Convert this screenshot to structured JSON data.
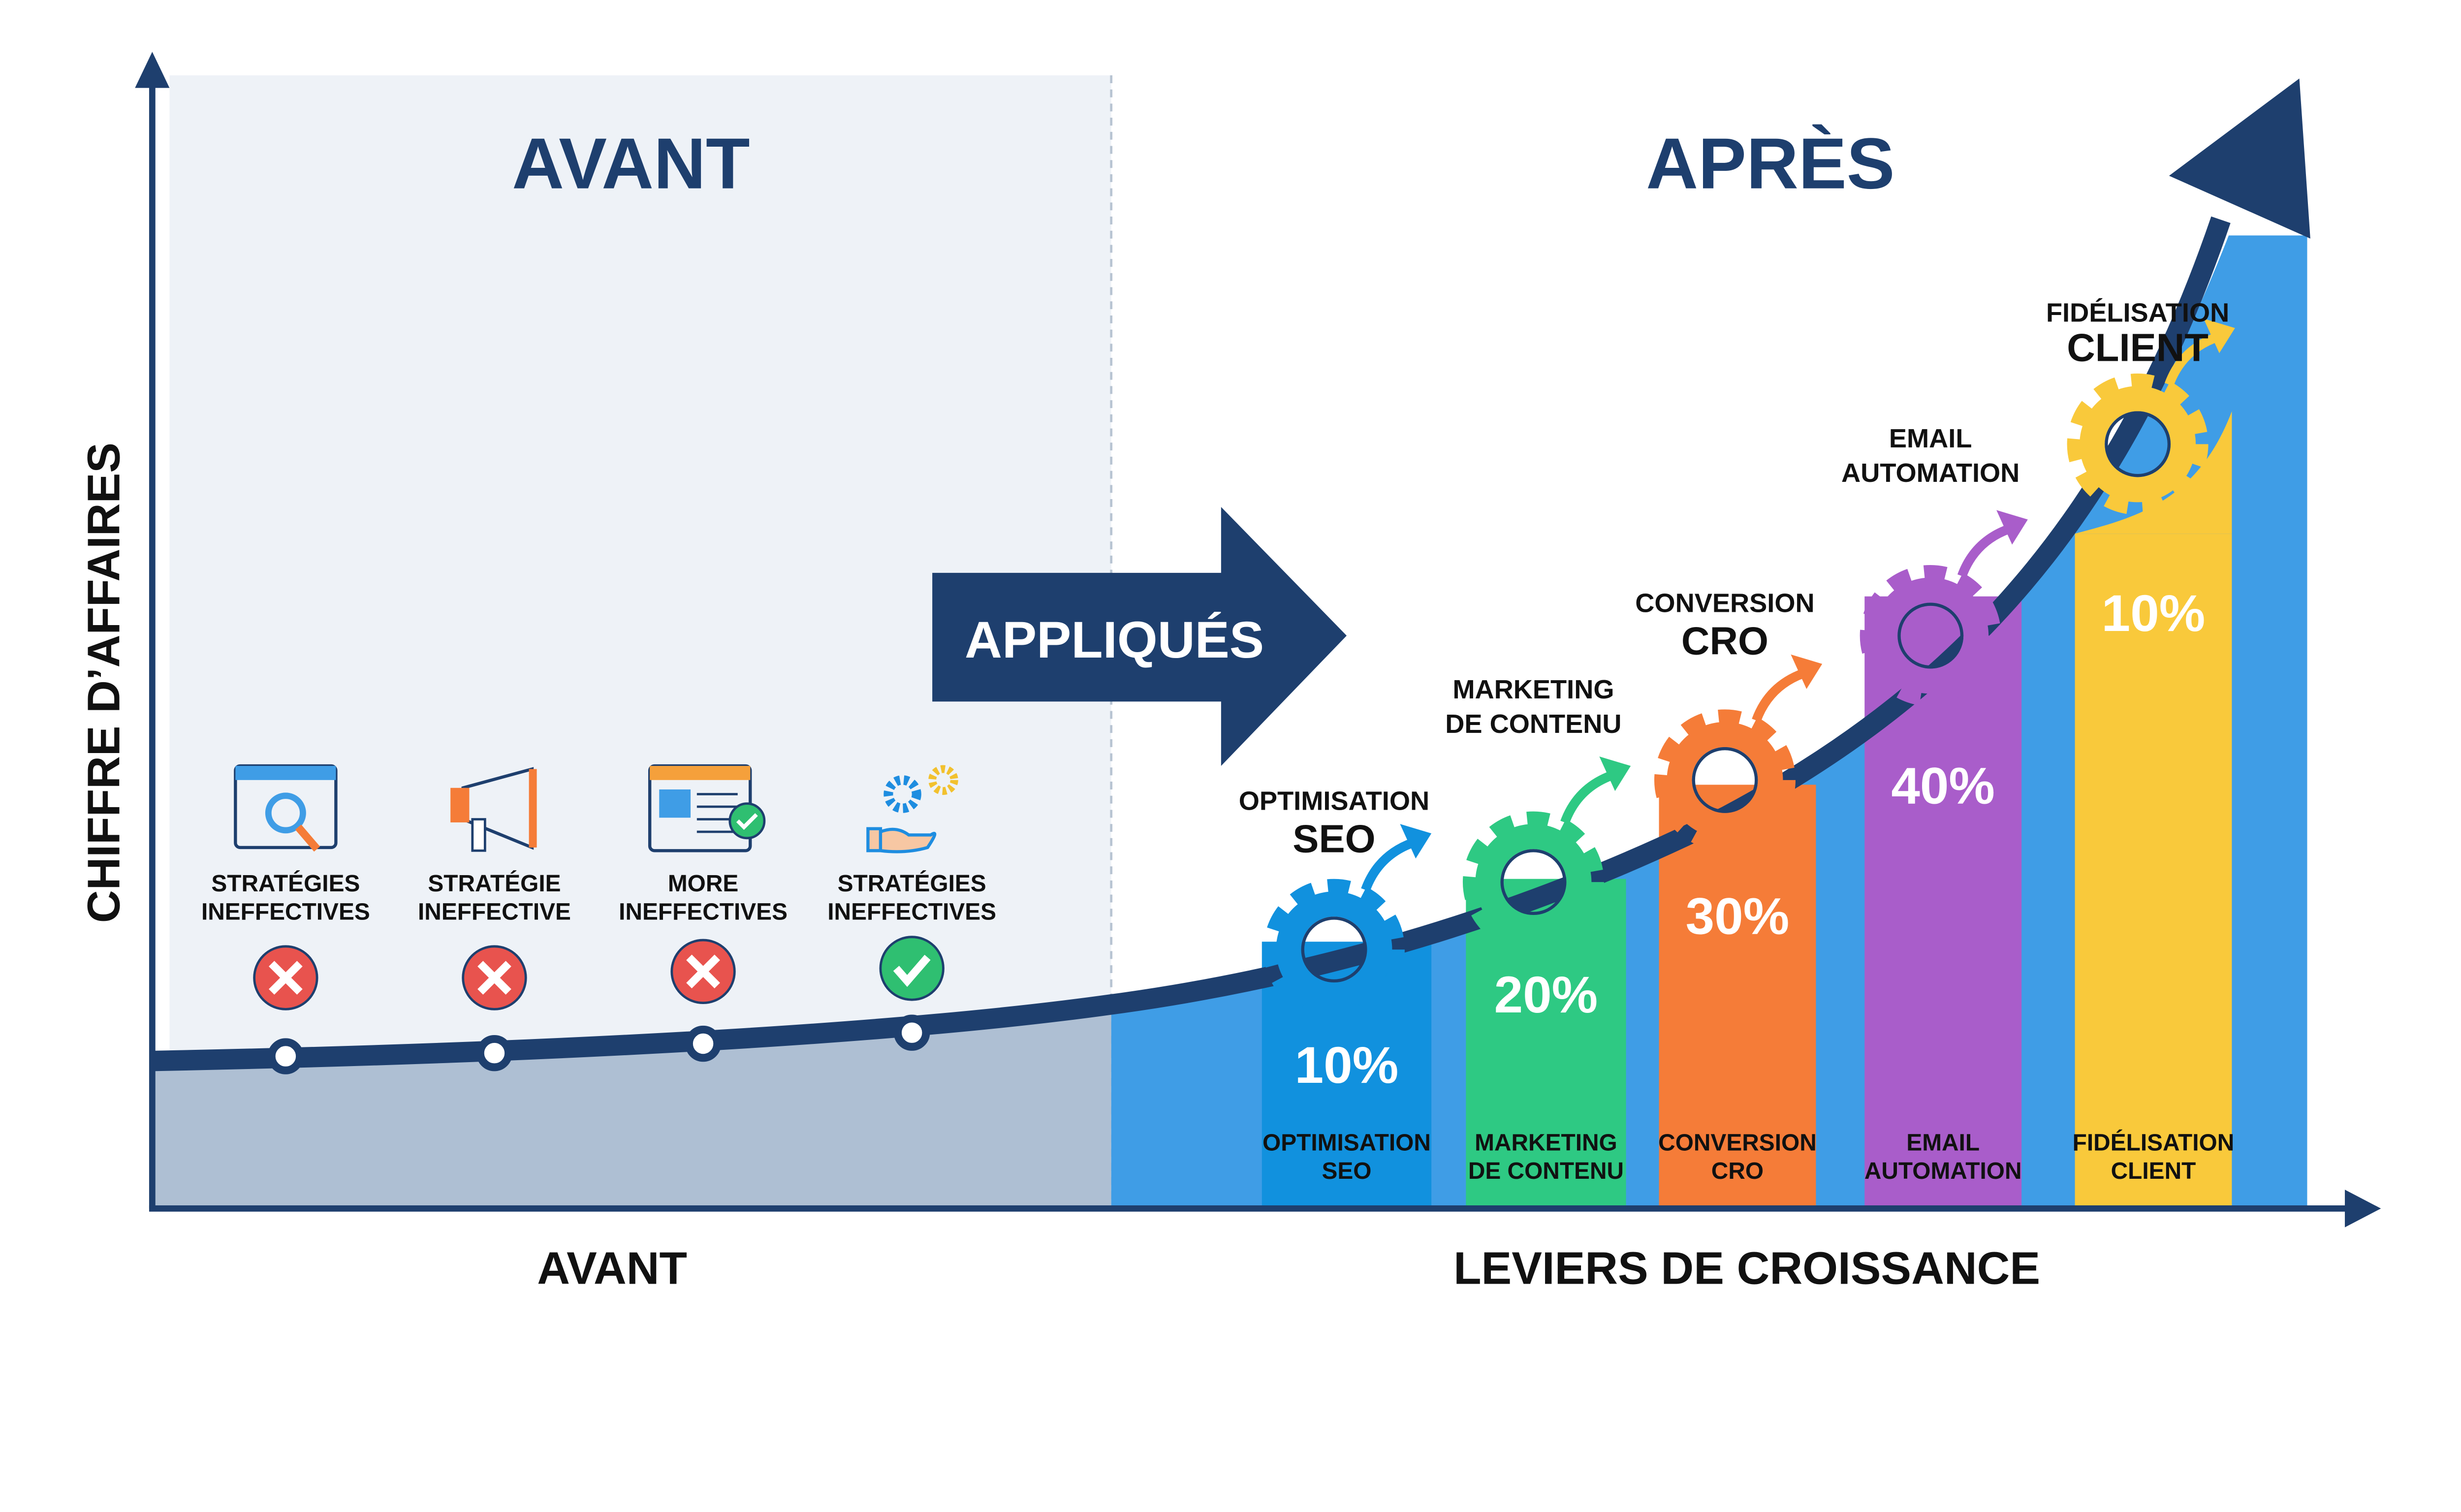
{
  "y_axis_label": "CHIFFRE D’AFFAIRES",
  "sections": {
    "before_title": "AVANT",
    "after_title": "APRÈS"
  },
  "x_axis": {
    "before_label": "AVANT",
    "after_label": "LEVIERS DE CROISSANCE"
  },
  "transition_arrow": {
    "label": "APPLIQUÉS",
    "color": "#1e3f6e"
  },
  "before_items": [
    {
      "line1": "STRATÉGIES",
      "line2": "INEFFECTIVES",
      "icon": "browser-search-icon",
      "status": "fail"
    },
    {
      "line1": "STRATÉGIE",
      "line2": "INEFFECTIVE",
      "icon": "megaphone-icon",
      "status": "fail"
    },
    {
      "line1": "MORE",
      "line2": "INEFFECTIVES",
      "icon": "content-page-check-icon",
      "status": "fail"
    },
    {
      "line1": "STRATÉGIES",
      "line2": "INEFFECTIVES",
      "icon": "gears-hand-icon",
      "status": "success"
    }
  ],
  "levers": [
    {
      "top1": "OPTIMISATION",
      "top2": "SEO",
      "percent": "10%",
      "bottom1": "OPTIMISATION",
      "bottom2": "SEO",
      "color": "#1191de"
    },
    {
      "top1": "MARKETING",
      "top2": "DE CONTENU",
      "percent": "20%",
      "bottom1": "MARKETING",
      "bottom2": "DE CONTENU",
      "color": "#2ec983"
    },
    {
      "top1": "CONVERSION",
      "top2": "CRO",
      "percent": "30%",
      "bottom1": "CONVERSION",
      "bottom2": "CRO",
      "color": "#f57c38"
    },
    {
      "top1": "EMAIL",
      "top2": "AUTOMATION",
      "percent": "40%",
      "bottom1": "EMAIL",
      "bottom2": "AUTOMATION",
      "color": "#a95dca"
    },
    {
      "top1": "FIDÉLISATION",
      "top2": "CLIENT",
      "percent": "10%",
      "bottom1": "FIDÉLISATION",
      "bottom2": "CLIENT",
      "color": "#f9c93b"
    }
  ],
  "colors": {
    "navy": "#1e3f6e",
    "growth_area": "#3f9de6",
    "before_panel": "#eef2f7",
    "before_area": "#aebfd3",
    "fail": "#e8534e",
    "success": "#2fbf71"
  }
}
